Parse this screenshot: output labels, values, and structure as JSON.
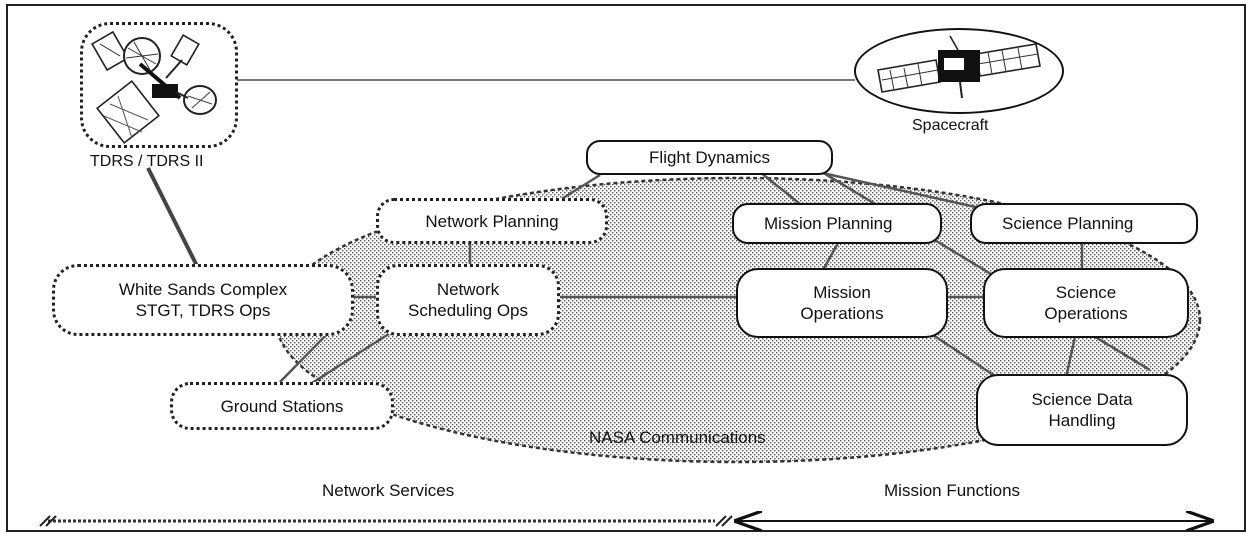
{
  "satellite": {
    "label": "TDRS / TDRS II",
    "icon": "tdrs-satellite-icon"
  },
  "spacecraft": {
    "label": "Spacecraft",
    "icon": "spacecraft-icon"
  },
  "nodes": {
    "flight_dynamics": "Flight Dynamics",
    "network_planning": "Network Planning",
    "mission_planning": "Mission Planning",
    "science_planning": "Science Planning",
    "white_sands_line1": "White Sands Complex",
    "white_sands_line2": "STGT, TDRS Ops",
    "network_scheduling_line1": "Network",
    "network_scheduling_line2": "Scheduling Ops",
    "mission_operations_line1": "Mission",
    "mission_operations_line2": "Operations",
    "science_operations_line1": "Science",
    "science_operations_line2": "Operations",
    "ground_stations": "Ground Stations",
    "science_data_line1": "Science Data",
    "science_data_line2": "Handling"
  },
  "network_label": "NASA Communications",
  "sections": {
    "network_services": "Network Services",
    "mission_functions": "Mission Functions"
  }
}
